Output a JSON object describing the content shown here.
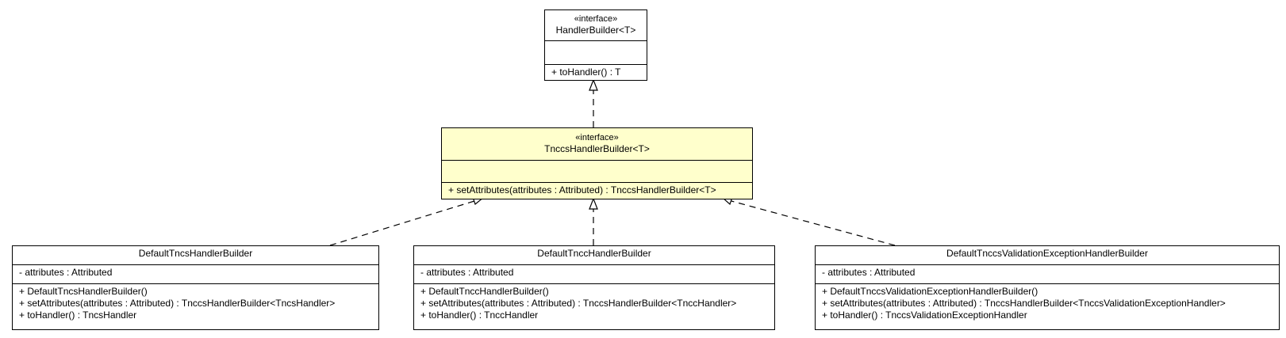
{
  "diagram": {
    "handler_builder": {
      "stereotype": "«interface»",
      "name": "HandlerBuilder<T>",
      "methods": [
        "+ toHandler() : T"
      ]
    },
    "tnccs_handler_builder": {
      "stereotype": "«interface»",
      "name": "TnccsHandlerBuilder<T>",
      "methods": [
        "+ setAttributes(attributes : Attributed) : TnccsHandlerBuilder<T>"
      ]
    },
    "default_tncs": {
      "name": "DefaultTncsHandlerBuilder",
      "attributes": [
        "- attributes : Attributed"
      ],
      "methods": [
        "+ DefaultTncsHandlerBuilder()",
        "+ setAttributes(attributes : Attributed) : TnccsHandlerBuilder<TncsHandler>",
        "+ toHandler() : TncsHandler"
      ]
    },
    "default_tncc": {
      "name": "DefaultTnccHandlerBuilder",
      "attributes": [
        "- attributes : Attributed"
      ],
      "methods": [
        "+ DefaultTnccHandlerBuilder()",
        "+ setAttributes(attributes : Attributed) : TnccsHandlerBuilder<TnccHandler>",
        "+ toHandler() : TnccHandler"
      ]
    },
    "default_tnccs_validation": {
      "name": "DefaultTnccsValidationExceptionHandlerBuilder",
      "attributes": [
        "- attributes : Attributed"
      ],
      "methods": [
        "+ DefaultTnccsValidationExceptionHandlerBuilder()",
        "+ setAttributes(attributes : Attributed) : TnccsHandlerBuilder<TnccsValidationExceptionHandler>",
        "+ toHandler() : TnccsValidationExceptionHandler"
      ]
    }
  }
}
